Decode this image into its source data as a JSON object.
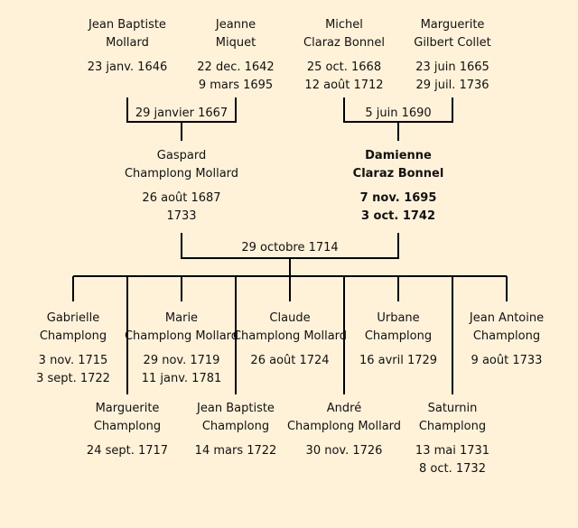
{
  "grandparents": [
    {
      "name": [
        "Jean Baptiste",
        "Mollard"
      ],
      "dates": [
        "23 janv. 1646"
      ]
    },
    {
      "name": [
        "Jeanne",
        "Miquet"
      ],
      "dates": [
        "22 dec. 1642",
        "9 mars 1695"
      ]
    },
    {
      "name": [
        "Michel",
        "Claraz Bonnel"
      ],
      "dates": [
        "25 oct. 1668",
        "12 août 1712"
      ]
    },
    {
      "name": [
        "Marguerite",
        "Gilbert Collet"
      ],
      "dates": [
        "23 juin 1665",
        "29 juil. 1736"
      ]
    }
  ],
  "marriages": {
    "paternal_grandparents": "29 janvier 1667",
    "maternal_grandparents": "5 juin 1690",
    "parents": "29 octobre 1714"
  },
  "parents": [
    {
      "name": [
        "Gaspard",
        "Champlong Mollard"
      ],
      "dates": [
        "26 août 1687",
        "1733"
      ]
    },
    {
      "name": [
        "Damienne",
        "Claraz Bonnel"
      ],
      "dates": [
        "7 nov. 1695",
        "3 oct. 1742"
      ],
      "focus": true
    }
  ],
  "children_row1": [
    {
      "name": [
        "Gabrielle",
        "Champlong"
      ],
      "dates": [
        "3 nov. 1715",
        "3 sept. 1722"
      ]
    },
    {
      "name": [
        "Marie",
        "Champlong Mollard"
      ],
      "dates": [
        "29 nov. 1719",
        "11 janv. 1781"
      ]
    },
    {
      "name": [
        "Claude",
        "Champlong Mollard"
      ],
      "dates": [
        "26 août 1724"
      ]
    },
    {
      "name": [
        "Urbane",
        "Champlong"
      ],
      "dates": [
        "16 avril 1729"
      ]
    },
    {
      "name": [
        "Jean Antoine",
        "Champlong"
      ],
      "dates": [
        "9 août 1733"
      ]
    }
  ],
  "children_row2": [
    {
      "name": [
        "Marguerite",
        "Champlong"
      ],
      "dates": [
        "24 sept. 1717"
      ]
    },
    {
      "name": [
        "Jean Baptiste",
        "Champlong"
      ],
      "dates": [
        "14 mars 1722"
      ]
    },
    {
      "name": [
        "André",
        "Champlong Mollard"
      ],
      "dates": [
        "30 nov. 1726"
      ]
    },
    {
      "name": [
        "Saturnin",
        "Champlong"
      ],
      "dates": [
        "13 mai 1731",
        "8 oct. 1732"
      ]
    }
  ],
  "colors": {
    "background": "#fff2d9",
    "line": "#000000",
    "text": "#111111"
  }
}
